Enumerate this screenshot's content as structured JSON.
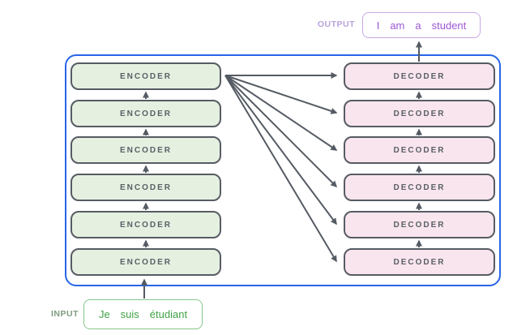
{
  "labels": {
    "output": "OUTPUT",
    "input": "INPUT"
  },
  "io": {
    "output_tokens": [
      "I",
      "am",
      "a",
      "student"
    ],
    "input_tokens": [
      "Je",
      "suis",
      "étudiant"
    ]
  },
  "stacks": {
    "encoders": [
      "ENCODER",
      "ENCODER",
      "ENCODER",
      "ENCODER",
      "ENCODER",
      "ENCODER"
    ],
    "decoders": [
      "DECODER",
      "DECODER",
      "DECODER",
      "DECODER",
      "DECODER",
      "DECODER"
    ]
  },
  "colors": {
    "container_border": "#2765e8",
    "encoder_fill": "#e5f0e1",
    "decoder_fill": "#f9e5ee",
    "box_border": "#575c63",
    "box_text": "#5a6066",
    "arrow": "#555b63",
    "output_text": "#9c57d4",
    "output_border": "#c9a7e3",
    "output_label": "#b9a0dc",
    "input_text": "#3fa244",
    "input_border": "#85c789",
    "input_label": "#7e9b80"
  }
}
